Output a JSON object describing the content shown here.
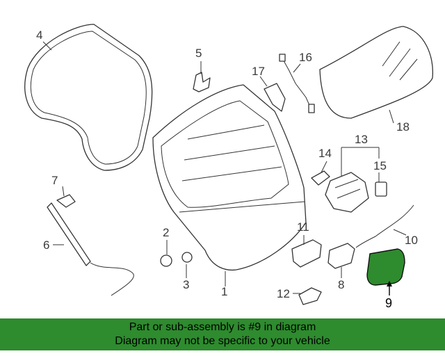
{
  "callouts": {
    "c1": "1",
    "c2": "2",
    "c3": "3",
    "c4": "4",
    "c5": "5",
    "c6": "6",
    "c7": "7",
    "c8": "8",
    "c9": "9",
    "c10": "10",
    "c11": "11",
    "c12": "12",
    "c13": "13",
    "c14": "14",
    "c15": "15",
    "c16": "16",
    "c17": "17",
    "c18": "18"
  },
  "highlighted_part": "9",
  "colors": {
    "highlight_fill": "#2e8b2e",
    "banner_bg": "#2e8b2e",
    "line": "#333333"
  },
  "banner": {
    "line1": "Part or sub-assembly is #9 in diagram",
    "line2": "Diagram may not be specific to your vehicle"
  }
}
